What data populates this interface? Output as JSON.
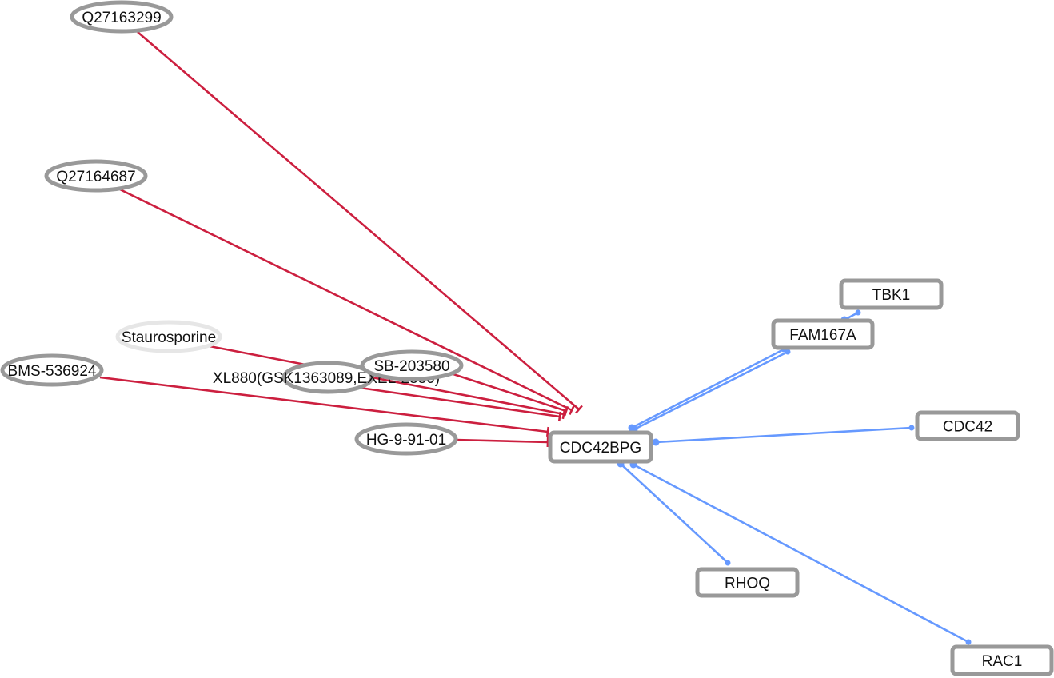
{
  "colors": {
    "inhibition": "#cc1f3f",
    "interaction": "#6699ff",
    "node_border": "#999999"
  },
  "nodes": [
    {
      "id": "Q27163299",
      "label": "Q27163299",
      "shape": "ellipse"
    },
    {
      "id": "Q27164687",
      "label": "Q27164687",
      "shape": "ellipse"
    },
    {
      "id": "Staurosporine",
      "label": "Staurosporine",
      "shape": "ellipse"
    },
    {
      "id": "BMS-536924",
      "label": "BMS-536924",
      "shape": "ellipse"
    },
    {
      "id": "XL880",
      "label": "XL880(GSK1363089,EXEL-2880)",
      "shape": "ellipse"
    },
    {
      "id": "SB-203580",
      "label": "SB-203580",
      "shape": "ellipse"
    },
    {
      "id": "HG-9-91-01",
      "label": "HG-9-91-01",
      "shape": "ellipse"
    },
    {
      "id": "CDC42BPG",
      "label": "CDC42BPG",
      "shape": "rect"
    },
    {
      "id": "TBK1",
      "label": "TBK1",
      "shape": "rect"
    },
    {
      "id": "FAM167A",
      "label": "FAM167A",
      "shape": "rect"
    },
    {
      "id": "CDC42",
      "label": "CDC42",
      "shape": "rect"
    },
    {
      "id": "RHOQ",
      "label": "RHOQ",
      "shape": "rect"
    },
    {
      "id": "RAC1",
      "label": "RAC1",
      "shape": "rect"
    }
  ],
  "edges": [
    {
      "source": "Q27163299",
      "target": "CDC42BPG",
      "type": "inhibition"
    },
    {
      "source": "Q27164687",
      "target": "CDC42BPG",
      "type": "inhibition"
    },
    {
      "source": "Staurosporine",
      "target": "CDC42BPG",
      "type": "inhibition"
    },
    {
      "source": "BMS-536924",
      "target": "CDC42BPG",
      "type": "inhibition"
    },
    {
      "source": "XL880",
      "target": "CDC42BPG",
      "type": "inhibition"
    },
    {
      "source": "SB-203580",
      "target": "CDC42BPG",
      "type": "inhibition"
    },
    {
      "source": "HG-9-91-01",
      "target": "CDC42BPG",
      "type": "inhibition"
    },
    {
      "source": "FAM167A",
      "target": "CDC42BPG",
      "type": "interaction"
    },
    {
      "source": "CDC42BPG",
      "target": "FAM167A",
      "type": "interaction"
    },
    {
      "source": "TBK1",
      "target": "FAM167A",
      "type": "interaction"
    },
    {
      "source": "CDC42",
      "target": "CDC42BPG",
      "type": "interaction"
    },
    {
      "source": "RHOQ",
      "target": "CDC42BPG",
      "type": "interaction"
    },
    {
      "source": "RAC1",
      "target": "CDC42BPG",
      "type": "interaction"
    }
  ]
}
